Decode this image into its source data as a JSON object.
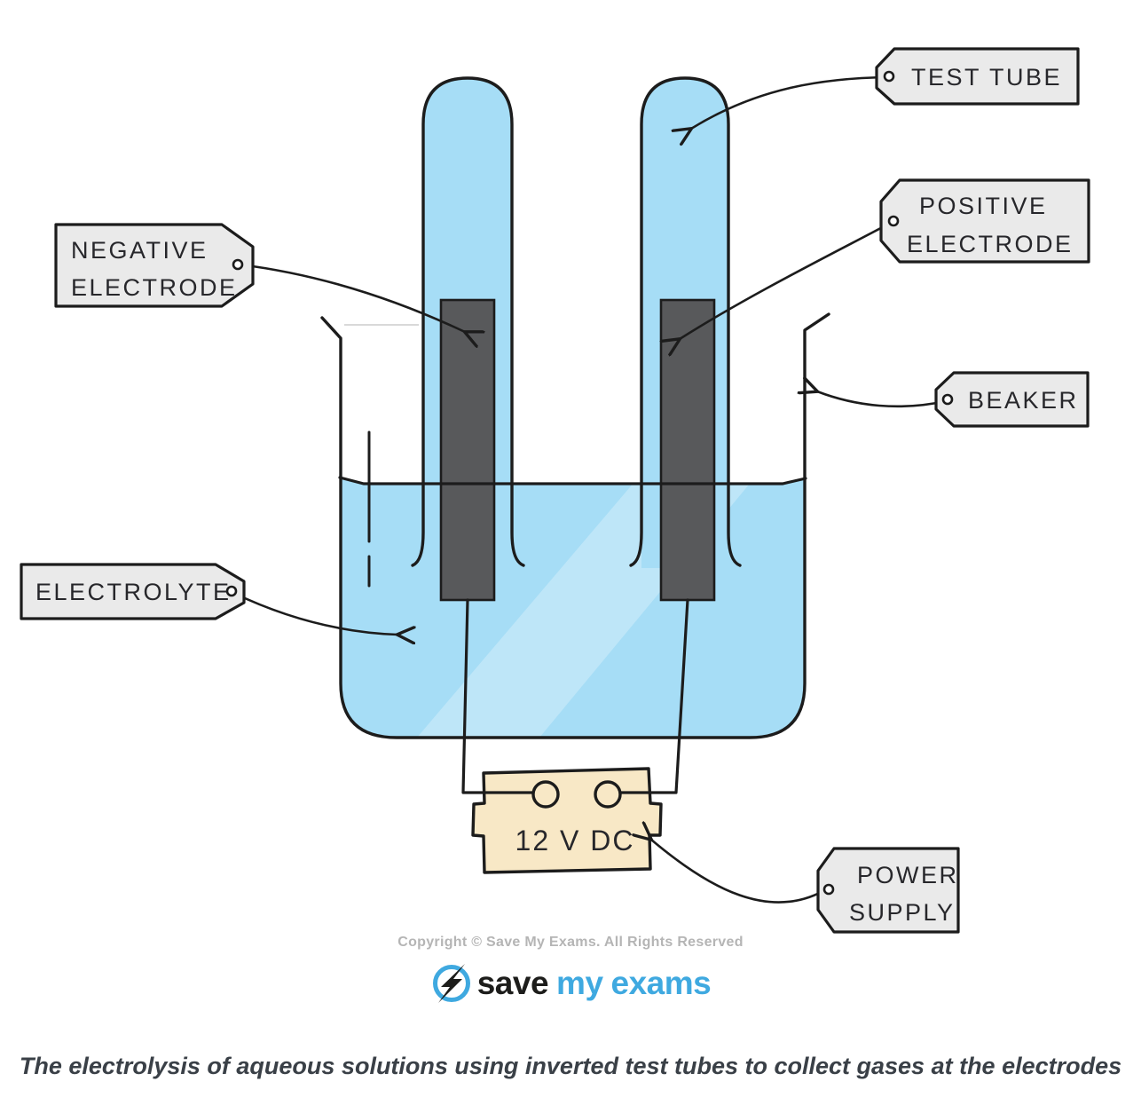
{
  "colors": {
    "liquid": "#A6DDF6",
    "electrode": "#58595B",
    "tag-fill": "#EAEAEA",
    "outline": "#1C1C1C",
    "power-fill": "#F8E8C6",
    "logo-blue": "#3FA9E0",
    "logo-black": "#1D1D1B",
    "copyright-gray": "#B5B5B5",
    "caption-color": "#3A4047"
  },
  "tags": {
    "test_tube": "TEST TUBE",
    "negative_electrode": {
      "line1": "NEGATIVE",
      "line2": "ELECTRODE"
    },
    "positive_electrode": {
      "line1": "POSITIVE",
      "line2": "ELECTRODE"
    },
    "beaker": "BEAKER",
    "electrolyte": "ELECTROLYTE",
    "power_supply": {
      "line1": "POWER",
      "line2": "SUPPLY"
    }
  },
  "power_supply": {
    "label": "12 V DC"
  },
  "footer": {
    "copyright": "Copyright © Save My Exams. All Rights Reserved",
    "logo": {
      "save": "save",
      "my": "my",
      "exams": "exams"
    }
  },
  "caption": "The electrolysis of aqueous solutions using inverted test tubes to collect gases at the electrodes"
}
